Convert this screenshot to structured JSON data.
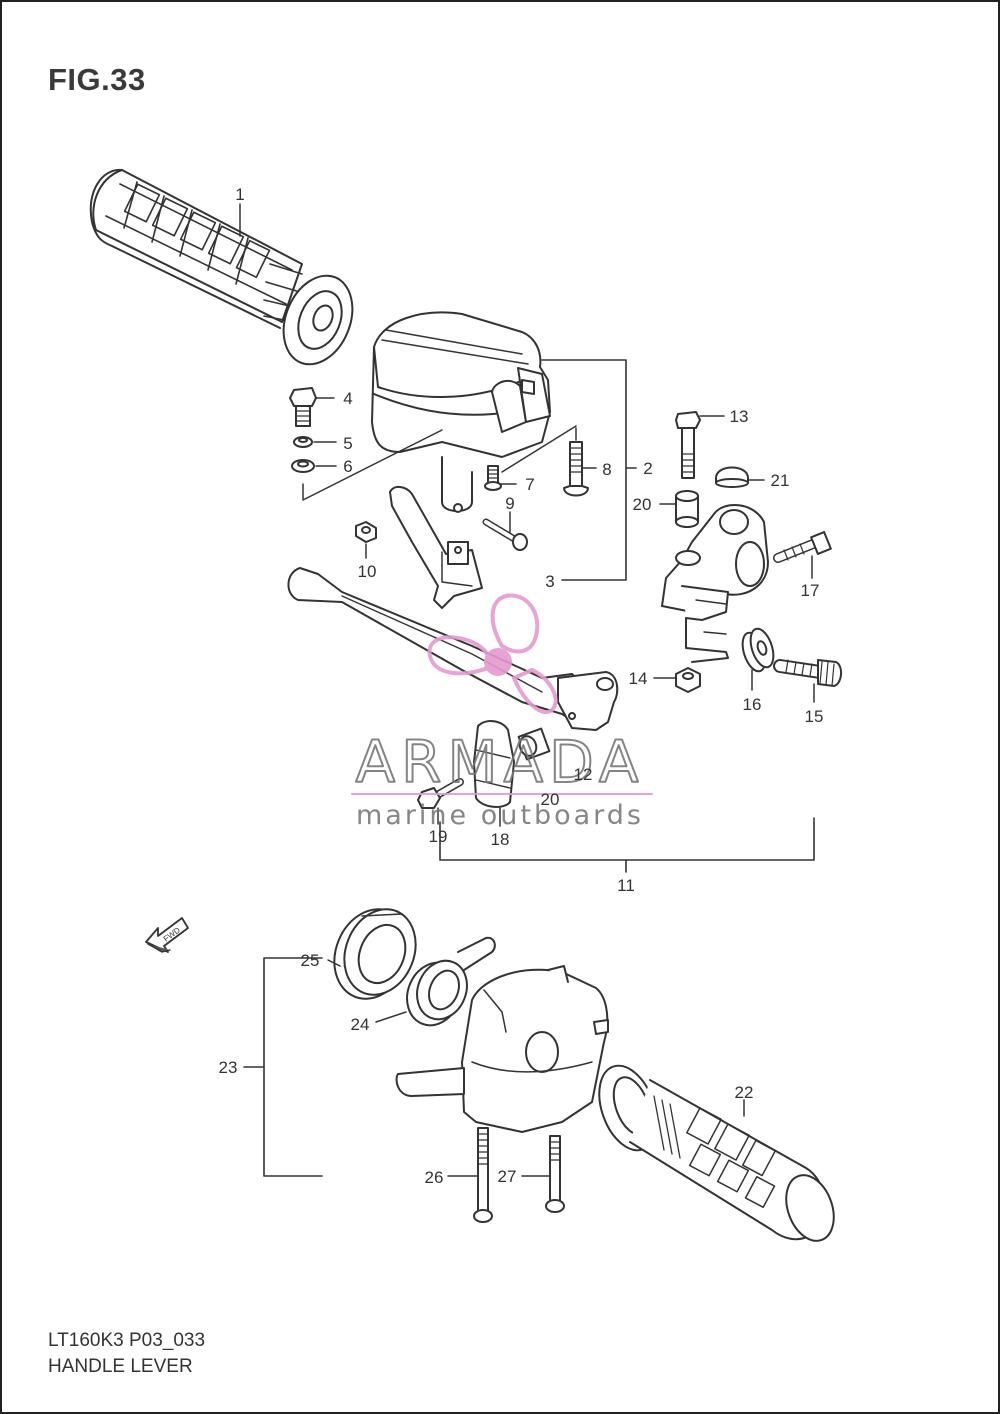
{
  "figure": {
    "title": "FIG.33",
    "model_code": "LT160K3 P03_033",
    "name": "HANDLE LEVER"
  },
  "fwd_label": "FWD",
  "watermark": {
    "brand": "ARMADA",
    "tagline": "marine outboards",
    "brand_color": "#7a7a7a",
    "accent_color": "#e59ad0"
  },
  "callouts": [
    "1",
    "2",
    "3",
    "4",
    "5",
    "6",
    "7",
    "8",
    "9",
    "10",
    "11",
    "12",
    "13",
    "14",
    "15",
    "16",
    "17",
    "18",
    "19",
    "20",
    "20",
    "21",
    "22",
    "23",
    "24",
    "25",
    "26",
    "27"
  ],
  "colors": {
    "line": "#333333",
    "fill": "#ffffff",
    "grey": "#d8d8d8"
  }
}
